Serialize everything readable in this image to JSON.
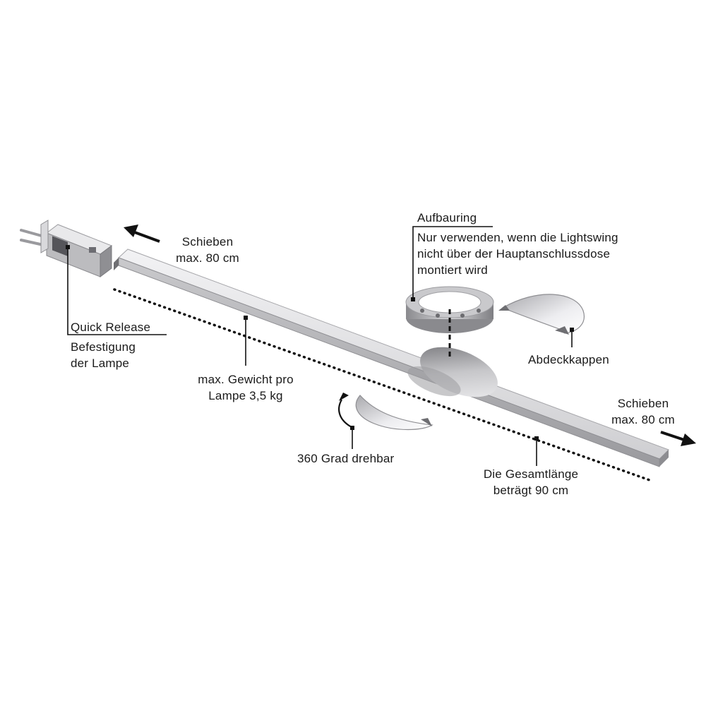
{
  "labels": {
    "slide_left_line1": "Schieben",
    "slide_left_line2": "max. 80 cm",
    "quick_release": "Quick Release",
    "mounting_line1": "Befestigung",
    "mounting_line2": "der Lampe",
    "max_weight_line1": "max. Gewicht pro",
    "max_weight_line2": "Lampe 3,5 kg",
    "mounting_ring": "Aufbauring",
    "ring_note_line1": "Nur verwenden, wenn die Lightswing",
    "ring_note_line2": "nicht über der Hauptanschlussdose",
    "ring_note_line3": "montiert wird",
    "cover_caps": "Abdeckkappen",
    "slide_right_line1": "Schieben",
    "slide_right_line2": "max. 80 cm",
    "rotation": "360 Grad drehbar",
    "total_length_line1": "Die Gesamtlänge",
    "total_length_line2": "beträgt 90 cm"
  },
  "colors": {
    "text": "#1a1a1a",
    "leader": "#111111",
    "metal_light": "#e4e4e6",
    "metal_mid": "#bdbdc0",
    "metal_dark": "#8e8e92"
  },
  "icons": [
    "arrow-left-icon",
    "arrow-right-icon",
    "rotate-arrow-icon"
  ]
}
